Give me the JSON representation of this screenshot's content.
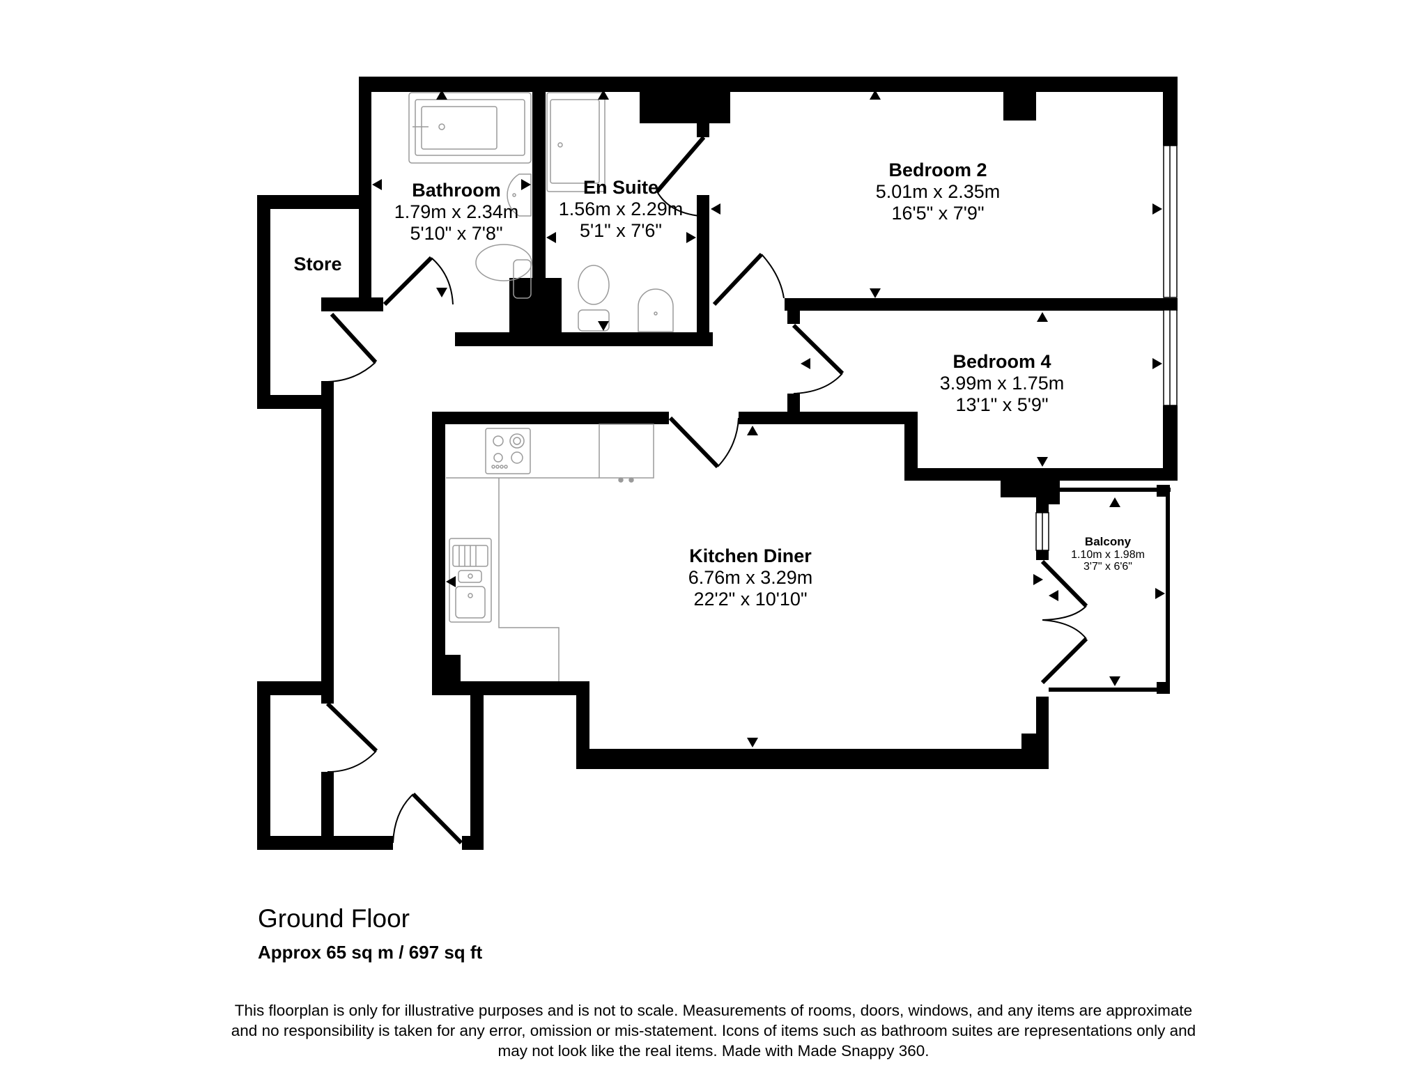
{
  "floor": {
    "title": "Ground Floor",
    "area": "Approx 65 sq m / 697 sq ft"
  },
  "rooms": [
    {
      "name": "Bathroom",
      "metric": "1.79m x 2.34m",
      "imperial": "5'10\" x 7'8\""
    },
    {
      "name": "En Suite",
      "metric": "1.56m x 2.29m",
      "imperial": "5'1\" x 7'6\""
    },
    {
      "name": "Bedroom 2",
      "metric": "5.01m x 2.35m",
      "imperial": "16'5\" x 7'9\""
    },
    {
      "name": "Store",
      "metric": "",
      "imperial": ""
    },
    {
      "name": "Bedroom 4",
      "metric": "3.99m x 1.75m",
      "imperial": "13'1\" x 5'9\""
    },
    {
      "name": "Kitchen Diner",
      "metric": "6.76m x 3.29m",
      "imperial": "22'2\" x 10'10\""
    },
    {
      "name": "Balcony",
      "metric": "1.10m x 1.98m",
      "imperial": "3'7\" x 6'6\""
    }
  ],
  "disclaimer": [
    "This floorplan is only for illustrative purposes and is not to scale. Measurements of rooms, doors, windows, and any items are approximate",
    "and no responsibility is taken for any error, omission or mis-statement. Icons of items such as bathroom suites are representations only and",
    "may not look like the real items. Made with Made Snappy 360."
  ],
  "colors": {
    "wall": "#000000",
    "fixture": "#9a9a9a",
    "background": "#ffffff"
  },
  "icons": [
    "measurement-arrow-icon",
    "bath-icon",
    "shower-tray-icon",
    "toilet-icon",
    "basin-icon",
    "hob-icon",
    "sink-icon",
    "fridge-icon",
    "window-icon",
    "door-swing-icon"
  ]
}
